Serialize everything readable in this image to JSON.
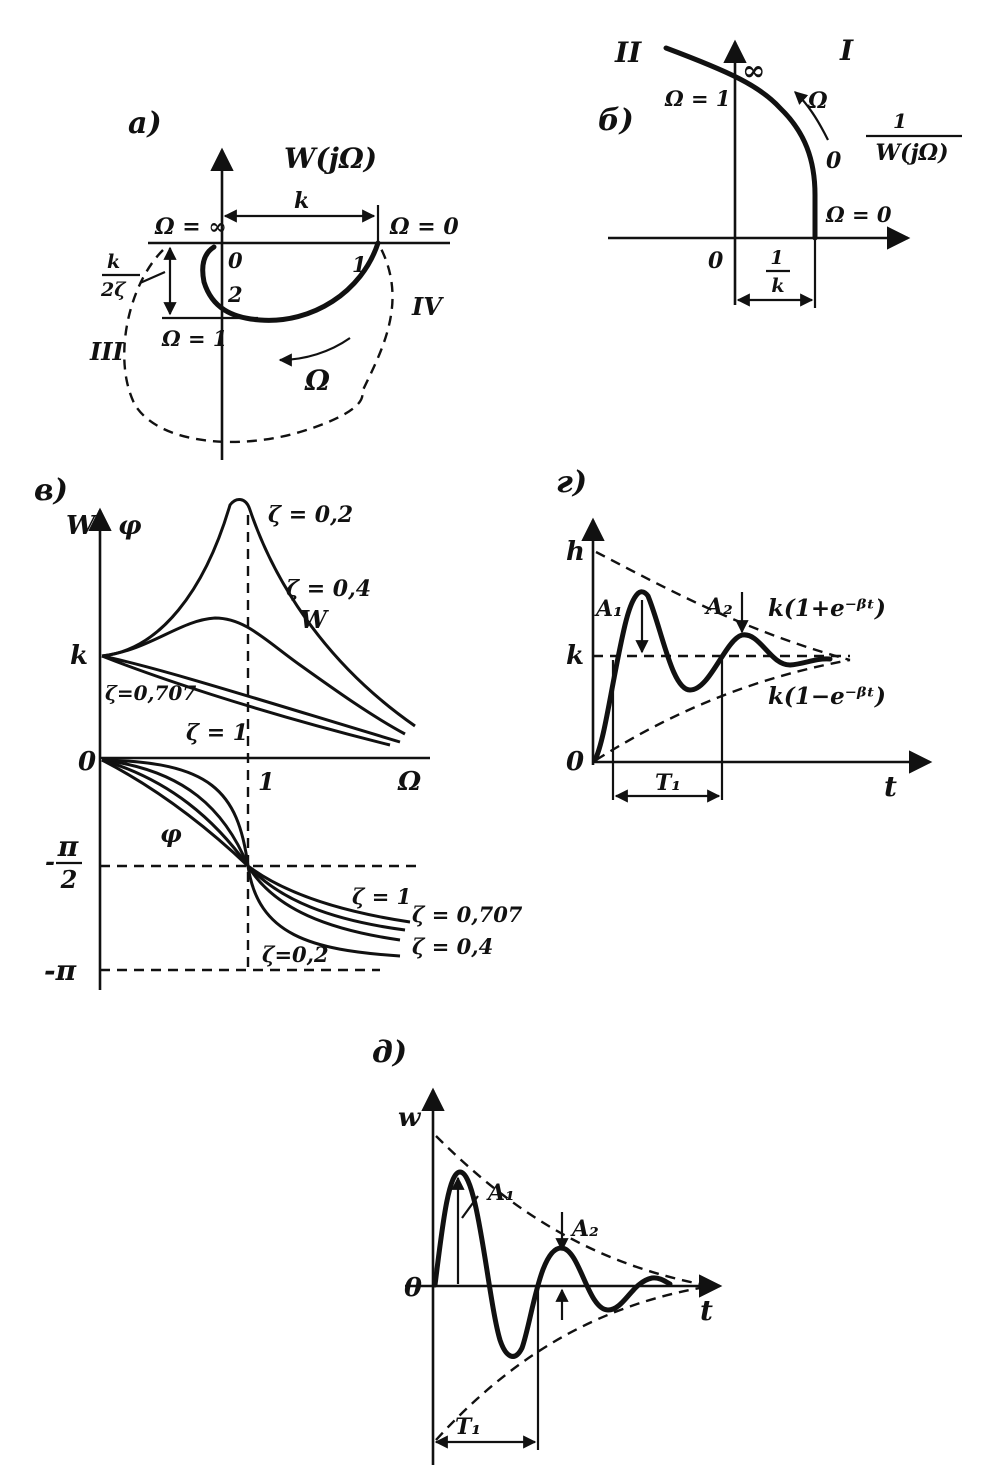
{
  "panel_a": {
    "letter": "а)",
    "func": "W(jΩ)",
    "k": "k",
    "omega_inf": "Ω = ∞",
    "omega_0": "Ω = 0",
    "omega_1": "Ω = 1",
    "p0": "0",
    "p1": "1",
    "p2": "2",
    "k_over_2zeta_num": "k",
    "k_over_2zeta_den": "2ζ",
    "quad_III": "III",
    "quad_IV": "IV",
    "omega": "Ω"
  },
  "panel_b": {
    "letter": "б)",
    "quad_II": "II",
    "quad_I": "I",
    "inf": "∞",
    "omega_1": "Ω = 1",
    "omega": "Ω",
    "func_num": "1",
    "func_den": "W(jΩ)",
    "zero_on_curve": "0",
    "omega_0": "Ω = 0",
    "origin": "0",
    "inv_k_num": "1",
    "inv_k_den": "k"
  },
  "panel_v": {
    "letter": "в)",
    "W": "W",
    "phi": "φ",
    "k": "k",
    "zeta_02": "ζ = 0,2",
    "zeta_04": "ζ = 0,4",
    "W_curve": "W",
    "zeta_0707": "ζ=0,707",
    "zeta_1": "ζ = 1",
    "zero": "0",
    "one": "1",
    "omega": "Ω",
    "phi_curve": "φ",
    "pi_num": "π",
    "pi_den": "2",
    "pi_minus_sign": "-",
    "neg_pi": "-π",
    "zeta_1_b": "ζ = 1",
    "zeta_0707_b": "ζ = 0,707",
    "zeta_04_b": "ζ = 0,4",
    "zeta_02_b": "ζ=0,2"
  },
  "panel_g": {
    "letter": "г)",
    "h": "h",
    "k": "k",
    "zero": "0",
    "A1": "A₁",
    "A2": "A₂",
    "env_upper": "k(1+e⁻ᵝᵗ)",
    "env_lower": "k(1−e⁻ᵝᵗ)",
    "T1": "T₁",
    "t": "t"
  },
  "panel_d": {
    "letter": "д)",
    "w": "w",
    "zero": "0",
    "A1": "A₁",
    "A2": "A₂",
    "T1": "T₁",
    "t": "t"
  }
}
